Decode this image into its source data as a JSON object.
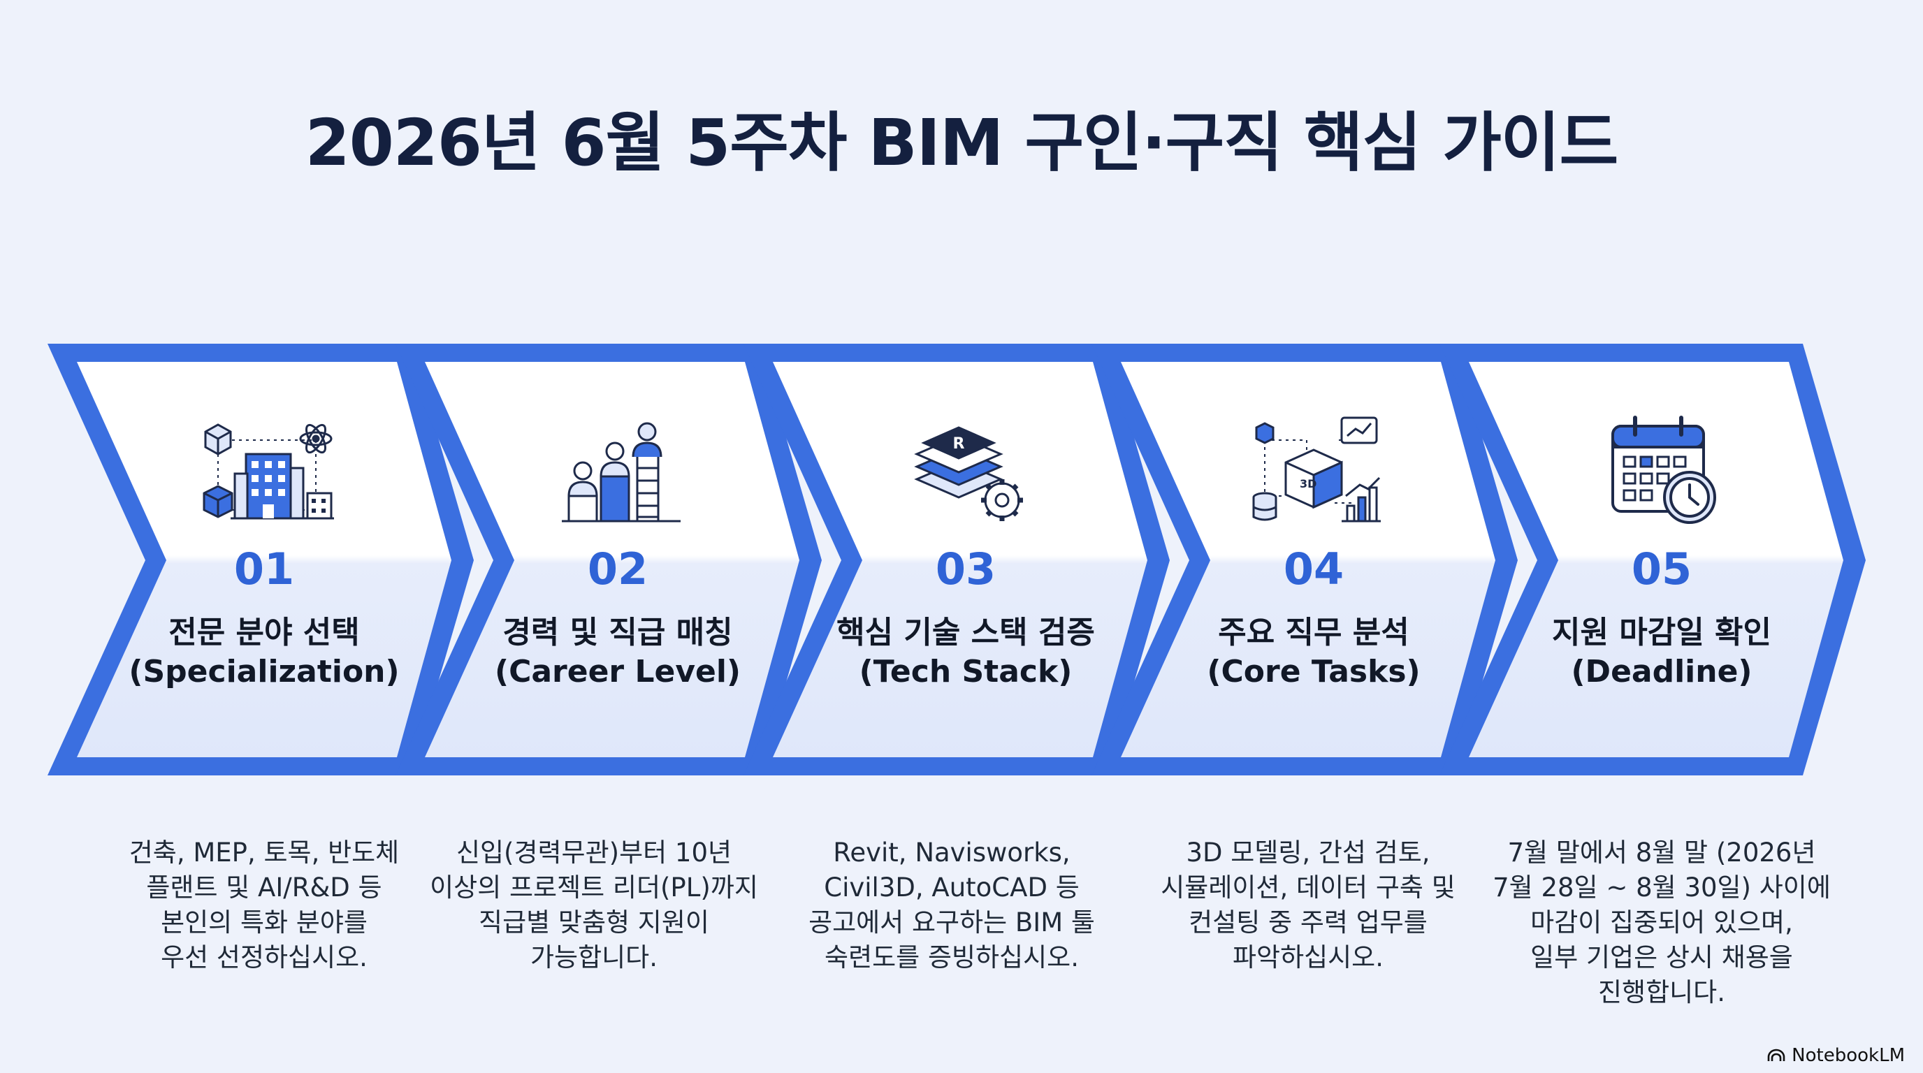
{
  "title": "2026년 6월 5주차 BIM 구인·구직 핵심 가이드",
  "colors": {
    "accent": "#2f63d6",
    "chevron_border": "#3b6fe0",
    "chevron_fill_top": "#ffffff",
    "chevron_fill_bottom": "#e4ebfb",
    "background": "#eef2fb",
    "title": "#14203f"
  },
  "steps": [
    {
      "number": "01",
      "title_ko": "전문 분야 선택",
      "title_en": "(Specialization)",
      "icon": "buildings-network-icon",
      "description": [
        "건축, MEP, 토목, 반도체",
        "플랜트 및 AI/R&D 등",
        "본인의 특화 분야를",
        "우선 선정하십시오."
      ]
    },
    {
      "number": "02",
      "title_ko": "경력 및 직급 매칭",
      "title_en": "(Career Level)",
      "icon": "career-ladder-icon",
      "description": [
        "신입(경력무관)부터 10년",
        "이상의 프로젝트 리더(PL)까지",
        "직급별 맞춤형 지원이",
        "가능합니다."
      ]
    },
    {
      "number": "03",
      "title_ko": "핵심 기술 스택 검증",
      "title_en": "(Tech Stack)",
      "icon": "software-layers-gear-icon",
      "description": [
        "Revit, Navisworks,",
        "Civil3D, AutoCAD 등",
        "공고에서 요구하는 BIM 툴",
        "숙련도를 증빙하십시오."
      ]
    },
    {
      "number": "04",
      "title_ko": "주요 직무 분석",
      "title_en": "(Core Tasks)",
      "icon": "3d-cube-data-icon",
      "description": [
        "3D 모델링, 간섭 검토,",
        "시뮬레이션, 데이터 구축 및",
        "컨설팅 중 주력 업무를",
        "파악하십시오."
      ]
    },
    {
      "number": "05",
      "title_ko": "지원 마감일 확인",
      "title_en": "(Deadline)",
      "icon": "calendar-clock-icon",
      "description": [
        "7월 말에서 8월 말 (2026년",
        "7월 28일 ~ 8월 30일) 사이에",
        "마감이 집중되어 있으며,",
        "일부 기업은 상시 채용을",
        "진행합니다."
      ]
    }
  ],
  "brand": {
    "label": "NotebookLM",
    "icon": "notebooklm-logo-icon"
  }
}
